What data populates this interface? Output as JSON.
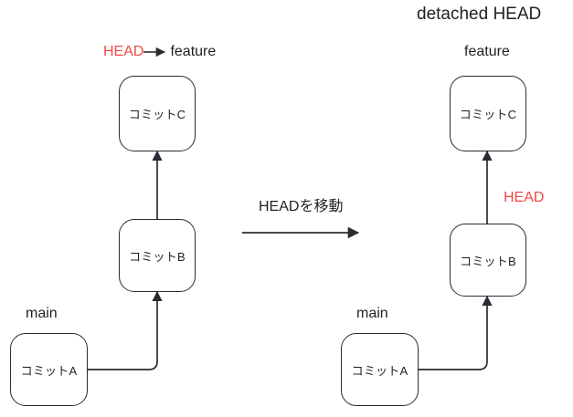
{
  "title": "detached HEAD",
  "transition": {
    "label": "HEADを移動",
    "arrow_icon": "arrow-right-icon"
  },
  "left_diagram": {
    "name": "before-move",
    "refs": {
      "head": "HEAD",
      "head_arrow_icon": "arrow-right-icon",
      "feature": "feature",
      "main": "main"
    },
    "nodes": [
      {
        "id": "commit-c",
        "label": "コミットC"
      },
      {
        "id": "commit-b",
        "label": "コミットB"
      },
      {
        "id": "commit-a",
        "label": "コミットA"
      }
    ]
  },
  "right_diagram": {
    "name": "after-move",
    "refs": {
      "feature": "feature",
      "main": "main",
      "head": "HEAD"
    },
    "nodes": [
      {
        "id": "commit-c",
        "label": "コミットC"
      },
      {
        "id": "commit-b",
        "label": "コミットB"
      },
      {
        "id": "commit-a",
        "label": "コミットA"
      }
    ]
  },
  "colors": {
    "head_red": "#ef4a45",
    "stroke": "#2b2b33",
    "text": "#231f20",
    "background": "#ffffff"
  }
}
